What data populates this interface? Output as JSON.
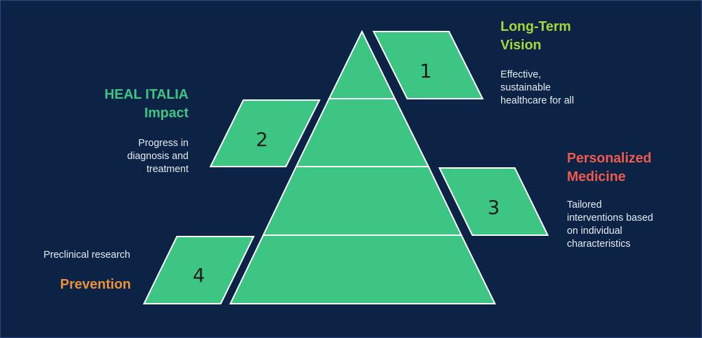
{
  "colors": {
    "background": "#0d2346",
    "shape_fill": "#3dc584",
    "shape_stroke": "#ffffff",
    "long_term": "#a3d93a",
    "heal_italia": "#3dc584",
    "personalized": "#ee5a4e",
    "prevention": "#e8913a"
  },
  "levels": [
    {
      "number": "1",
      "title": "Long-Term\nVision",
      "description": "Effective,\nsustainable\nhealthcare for all"
    },
    {
      "number": "2",
      "title": "HEAL ITALIA\nImpact",
      "description": "Progress in\ndiagnosis and\ntreatment"
    },
    {
      "number": "3",
      "title": "Personalized\nMedicine",
      "description": "Tailored\ninterventions based\non individual\ncharacteristics"
    },
    {
      "number": "4",
      "title": "Prevention",
      "description": "Preclinical research"
    }
  ]
}
